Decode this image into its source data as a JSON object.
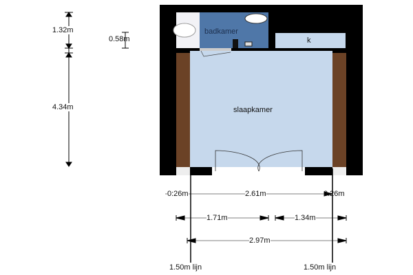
{
  "rooms": {
    "bathroom": "badkamer",
    "storage": "k",
    "bedroom": "slaapkamer"
  },
  "dimensions": {
    "left": {
      "top_height": "1.32m",
      "main_height": "4.34m",
      "small": "0.58m"
    },
    "bottom": {
      "wall_left": "0:26m",
      "inner_width": "2.61m",
      "wall_right": "0.26m",
      "left_segment": "1.71m",
      "right_segment": "1.34m",
      "total_width": "2.97m",
      "line_left": "1.50m lijn",
      "line_right": "1.50m lijn"
    }
  },
  "colors": {
    "wall": "#000000",
    "bedroom": "#c6d8ec",
    "bathroom": "#4f77a8",
    "brick": "#7a4a2a"
  }
}
